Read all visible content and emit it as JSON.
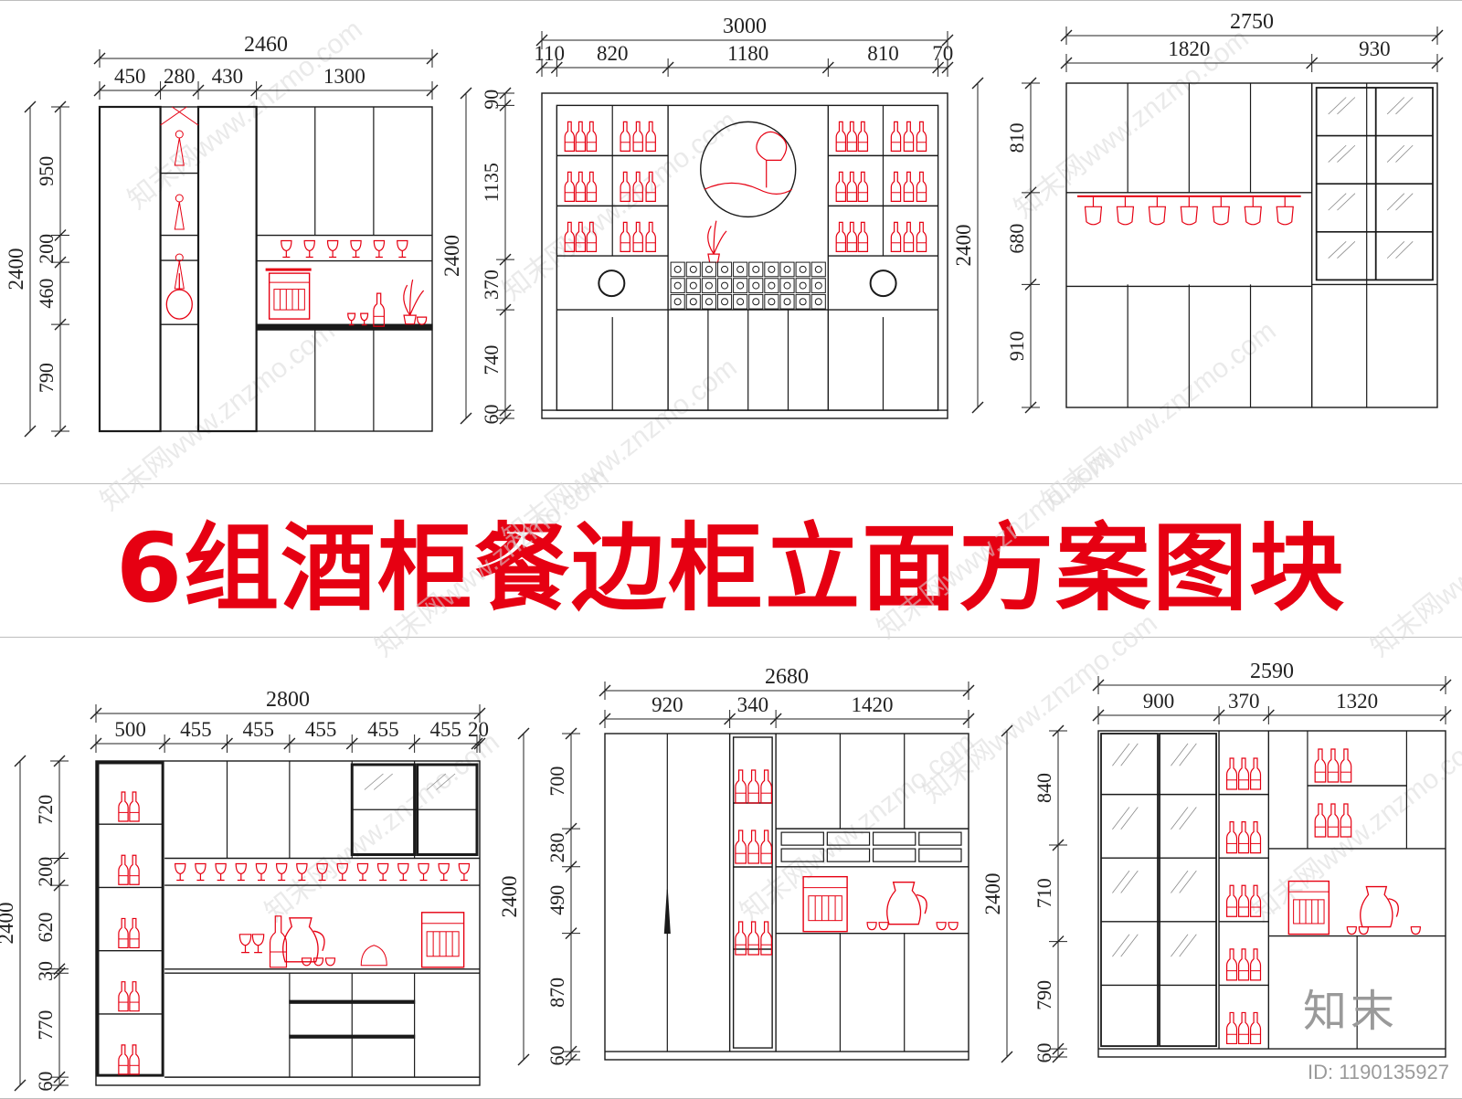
{
  "title": "6组酒柜餐边柜立面方案图块",
  "brand": "知末",
  "image_id": "ID: 1190135927",
  "watermark_text": "知末网www.znzmo.com",
  "colors": {
    "line": "#1a1a1a",
    "accent": "#e60012",
    "dim": "#222222"
  },
  "cabinets": [
    {
      "id": "c1",
      "total": "2460",
      "widths": [
        "450",
        "280",
        "430",
        "1300"
      ],
      "total_height": "2400",
      "heights": [
        "950",
        "200",
        "460",
        "790"
      ]
    },
    {
      "id": "c2",
      "total": "3000",
      "widths": [
        "110",
        "820",
        "1180",
        "810",
        "70"
      ],
      "total_height": "2400",
      "heights": [
        "90",
        "1135",
        "370",
        "740",
        "60"
      ]
    },
    {
      "id": "c3",
      "total": "2750",
      "widths": [
        "1820",
        "930"
      ],
      "total_height": "2400",
      "heights": [
        "810",
        "680",
        "910"
      ]
    },
    {
      "id": "c4",
      "total": "2800",
      "widths": [
        "500",
        "455",
        "455",
        "455",
        "455",
        "455",
        "20"
      ],
      "total_height": "2400",
      "heights": [
        "720",
        "200",
        "620",
        "30",
        "770",
        "60"
      ]
    },
    {
      "id": "c5",
      "total": "2680",
      "widths": [
        "920",
        "340",
        "1420"
      ],
      "total_height": "2400",
      "heights": [
        "700",
        "280",
        "490",
        "870",
        "60"
      ]
    },
    {
      "id": "c6",
      "total": "2590",
      "widths": [
        "900",
        "370",
        "1320"
      ],
      "total_height": "2400",
      "heights": [
        "840",
        "710",
        "790",
        "60"
      ]
    }
  ]
}
